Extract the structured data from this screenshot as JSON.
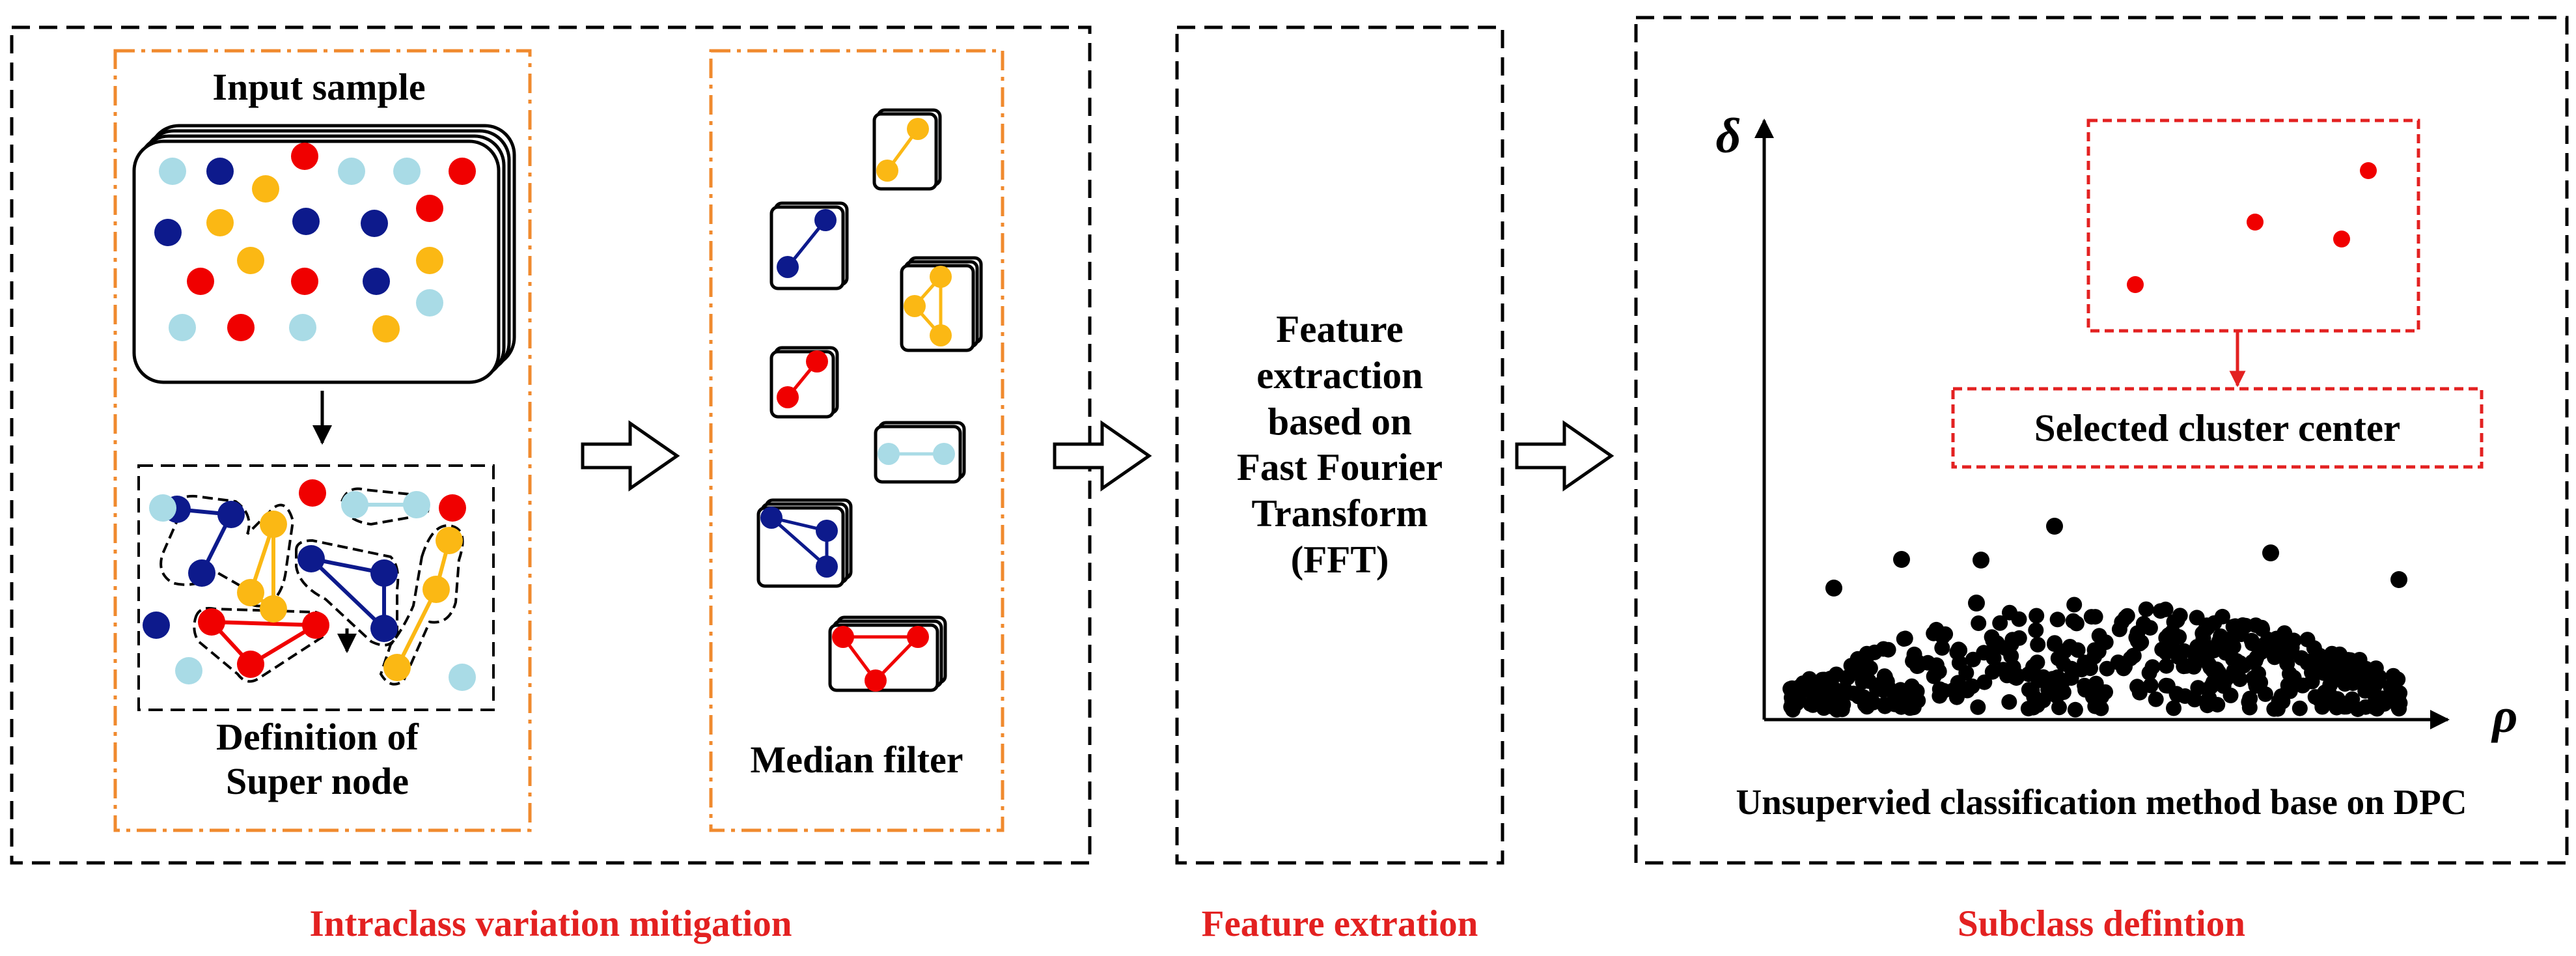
{
  "panels": {
    "mitigation": {
      "input_sample_title": "Input sample",
      "super_node_line1": "Definition of",
      "super_node_line2": "Super node",
      "median_filter_title": "Median filter",
      "caption": "Intraclass variation mitigation"
    },
    "extraction": {
      "box_lines": [
        "Feature",
        "extraction",
        "based on",
        "Fast Fourier",
        "Transform",
        "(FFT)"
      ],
      "caption": "Feature extration"
    },
    "subclass": {
      "y_axis_symbol": "δ",
      "x_axis_symbol": "ρ",
      "selected_label": "Selected cluster center",
      "method_label": "Unsupervied classification method base on DPC",
      "caption": "Subclass defintion"
    }
  },
  "colors": {
    "caption_red": "#e32121",
    "frame_orange": "#f08a2e",
    "node_light_blue": "#a9dbe6",
    "node_navy": "#0d1a8c",
    "node_red": "#f00000",
    "node_yellow": "#fbb814",
    "scatter_black": "#000000"
  }
}
